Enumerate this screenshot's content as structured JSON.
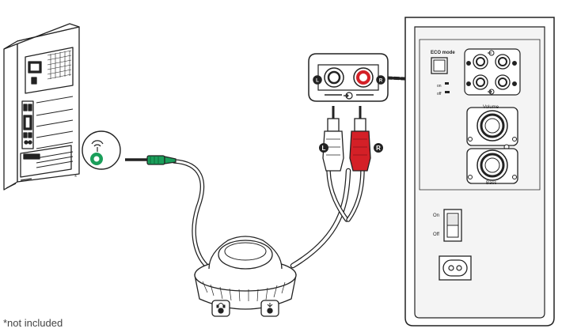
{
  "footnote": "*not included",
  "asterisk": "*",
  "badges": {
    "left": "L",
    "right": "R"
  },
  "speaker_panel": {
    "eco_mode": "ECO mode",
    "eco_on": "on",
    "eco_off": "off",
    "volume": "Volume",
    "bass": "Bass",
    "switch_on": "On",
    "switch_off": "Off"
  },
  "colors": {
    "line": "#222222",
    "green_jack": "#1a9e5a",
    "red_rca": "#d42027",
    "panel_fill": "#f4f4f4"
  }
}
